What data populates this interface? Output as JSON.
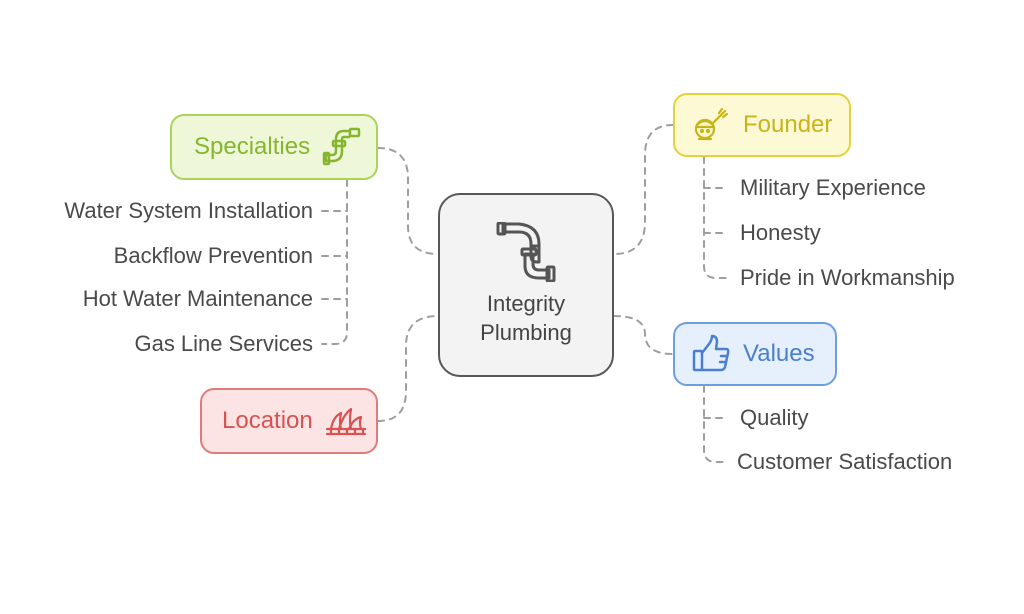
{
  "colors": {
    "center_bg": "#f3f3f3",
    "center_border": "#575757",
    "specialties": {
      "bg": "#eef8d8",
      "border": "#a9d35a",
      "text": "#86b52f"
    },
    "founder": {
      "bg": "#fdf9d4",
      "border": "#e2d33a",
      "text": "#c8b418"
    },
    "values": {
      "bg": "#e6f0fd",
      "border": "#6c9ee0",
      "text": "#4a7fd0"
    },
    "location": {
      "bg": "#fde4e4",
      "border": "#e37a7a",
      "text": "#d85252"
    },
    "connector": "#9e9e9e"
  },
  "center": {
    "line1": "Integrity",
    "line2": "Plumbing",
    "icon": "pipe-icon"
  },
  "specialties": {
    "label": "Specialties",
    "icon": "pipe-elbow-icon",
    "items": [
      "Water System Installation",
      "Backflow Prevention",
      "Hot Water Maintenance",
      "Gas Line Services"
    ]
  },
  "founder": {
    "label": "Founder",
    "icon": "soldier-saluting-icon",
    "items": [
      "Military Experience",
      "Honesty",
      "Pride in Workmanship"
    ]
  },
  "values": {
    "label": "Values",
    "icon": "thumbs-up-icon",
    "items": [
      "Quality",
      "Customer Satisfaction"
    ]
  },
  "location": {
    "label": "Location",
    "icon": "opera-house-icon"
  }
}
